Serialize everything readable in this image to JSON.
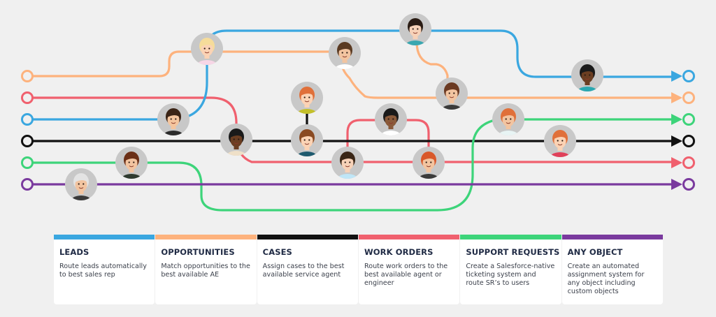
{
  "colors": {
    "leads": "#3aa7e0",
    "opportunities": "#fdb27d",
    "cases": "#111111",
    "work_orders": "#f0606e",
    "support_requests": "#3dd47a",
    "any_object": "#7a3a9e",
    "avatar_bg": "#c8c8c8",
    "background": "#f0f0f0"
  },
  "diagram": {
    "description_icon": "routing-lines",
    "avatars": [
      {
        "name": "blonde-woman",
        "hair": "#f6dc9a",
        "skin": "#fbd3b5",
        "shirt": "#f7d6e6"
      },
      {
        "name": "mustache-man",
        "hair": "#3b2416",
        "skin": "#f4c59e",
        "shirt": "#2b2b2b"
      },
      {
        "name": "elder-man",
        "hair": "#e3e3e3",
        "skin": "#f2c4a0",
        "shirt": "#3a3a3a"
      },
      {
        "name": "brunette-woman",
        "hair": "#6b2f16",
        "skin": "#f2c4a0",
        "shirt": "#2f3a2f"
      },
      {
        "name": "dark-man-smiling",
        "hair": "#1a1a1a",
        "skin": "#6b3e22",
        "shirt": "#efe0c8"
      },
      {
        "name": "redhead-woman-top",
        "hair": "#e0703a",
        "skin": "#fbd3b5",
        "shirt": "#c4c02a"
      },
      {
        "name": "bun-woman",
        "hair": "#8a4a22",
        "skin": "#fbd3b5",
        "shirt": "#1e5a6e"
      },
      {
        "name": "tie-man",
        "hair": "#5a3a22",
        "skin": "#f2c4a0",
        "shirt": "#ffffff"
      },
      {
        "name": "curly-woman",
        "hair": "#2a1c14",
        "skin": "#f7d2b8",
        "shirt": "#3aa7b0"
      },
      {
        "name": "bearded-glasses-man",
        "hair": "#1a1a1a",
        "skin": "#8a5a3a",
        "shirt": "#ffffff"
      },
      {
        "name": "short-hair-man",
        "hair": "#3a2616",
        "skin": "#f7d2b8",
        "shirt": "#bfe6f7"
      },
      {
        "name": "bearded-man",
        "hair": "#6b3a22",
        "skin": "#f2c4a0",
        "shirt": "#3a3a3a"
      },
      {
        "name": "ginger-bearded-man",
        "hair": "#d9582a",
        "skin": "#f2c4a0",
        "shirt": "#3a3a3a"
      },
      {
        "name": "ginger-glasses-man",
        "hair": "#e0703a",
        "skin": "#f2c4a0",
        "shirt": "#e8f4f4"
      },
      {
        "name": "curly-glasses-woman",
        "hair": "#1a1a1a",
        "skin": "#6b3e22",
        "shirt": "#2aa7b0"
      },
      {
        "name": "redhead-woman-right",
        "hair": "#e0703a",
        "skin": "#fbd3b5",
        "shirt": "#e0405a"
      }
    ]
  },
  "cards": [
    {
      "key": "leads",
      "title": "LEADS",
      "text": "Route leads automatically to best sales rep"
    },
    {
      "key": "opportunities",
      "title": "OPPORTUNITIES",
      "text": "Match opportunities to the best available AE"
    },
    {
      "key": "cases",
      "title": "CASES",
      "text": "Assign cases to the best available service agent"
    },
    {
      "key": "work_orders",
      "title": "WORK ORDERS",
      "text": "Route work orders to the best available agent or engineer"
    },
    {
      "key": "support_requests",
      "title": "SUPPORT REQUESTS",
      "text": "Create a Salesforce-native ticketing system and route SR’s to users"
    },
    {
      "key": "any_object",
      "title": "ANY OBJECT",
      "text": "Create an automated assignment system for any object including custom objects"
    }
  ]
}
